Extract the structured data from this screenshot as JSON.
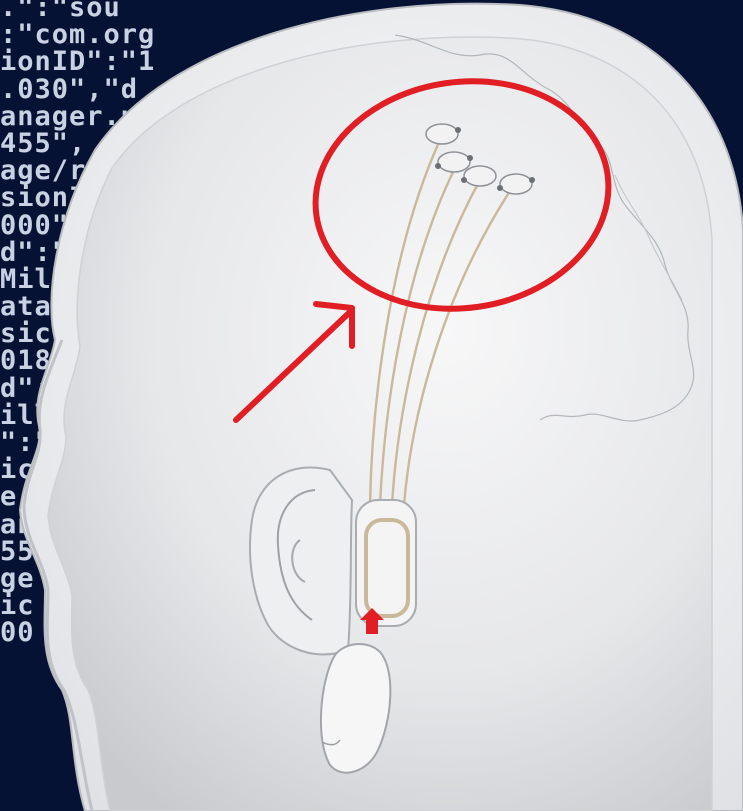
{
  "code_background": {
    "lines": [
      ".\":\"sou",
      ":\"com.org",
      "ionID\":\"1",
      ".030\",\"d",
      "anager.p",
      "455\",",
      "age/re",
      "sionI",
      "000\"",
      "d\":\"",
      "Mil",
      "ata",
      "sic",
      "018",
      "d\":",
      "ill",
      "\":\"",
      "ic",
      "e.",
      "an",
      "55",
      "ge",
      "ic",
      "00"
    ]
  },
  "colors": {
    "background": "#061233",
    "annotation_red": "#e01e24",
    "head_fill": "#e9eaec",
    "head_outline": "#c8cacd",
    "threads": "#c9b99a"
  },
  "icons": {
    "electrode": "electrode-icon",
    "implant": "implant-device-icon",
    "receiver": "behind-ear-receiver-icon",
    "arrow": "red-arrow-icon"
  }
}
